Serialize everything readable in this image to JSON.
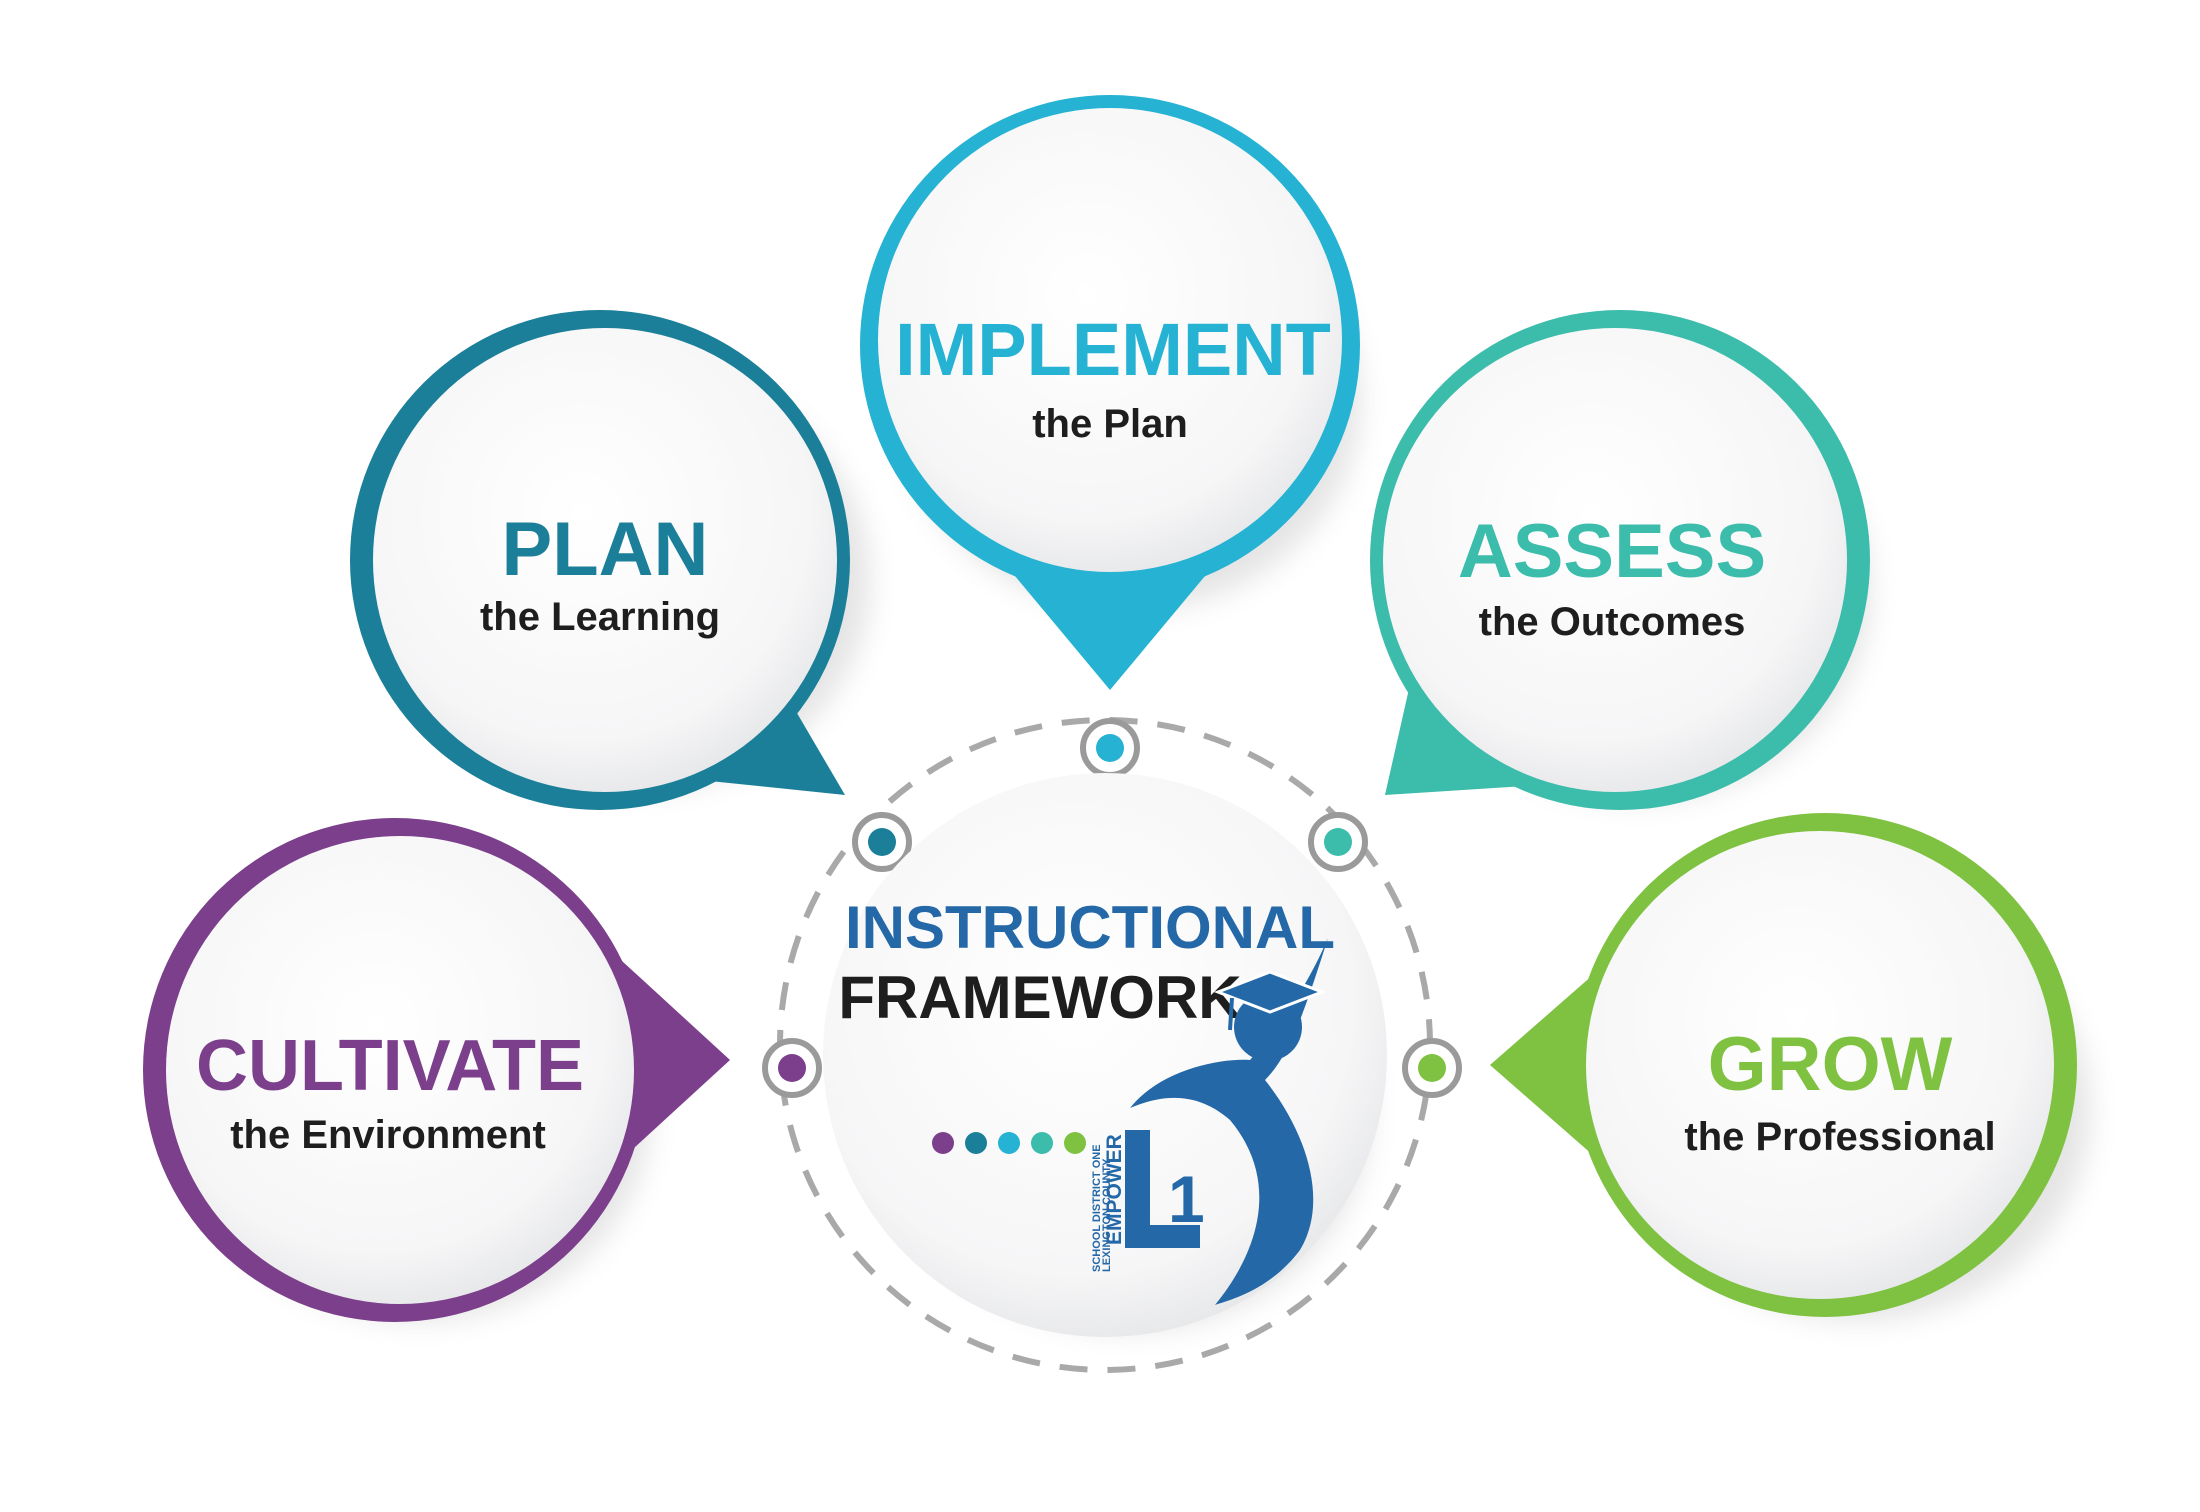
{
  "colors": {
    "plan": "#1c7f99",
    "implement": "#25b2d3",
    "assess": "#3cbcab",
    "cultivate": "#7b3f8b",
    "grow": "#7fc241",
    "center_title": "#2468a8",
    "center_dark": "#1e1e1e",
    "ring": "#a9a9a9"
  },
  "center": {
    "title_line1": "INSTRUCTIONAL",
    "title_line2": "FRAMEWORK",
    "logo": {
      "side_word": "EMPOWER",
      "mark": "L1",
      "district_line1": "LEXINGTON COUNTY",
      "district_line2": "SCHOOL DISTRICT ONE"
    }
  },
  "nodes": [
    {
      "id": "plan",
      "title": "PLAN",
      "subtitle": "the Learning"
    },
    {
      "id": "implement",
      "title": "IMPLEMENT",
      "subtitle": "the Plan"
    },
    {
      "id": "assess",
      "title": "ASSESS",
      "subtitle": "the Outcomes"
    },
    {
      "id": "cultivate",
      "title": "CULTIVATE",
      "subtitle": "the Environment"
    },
    {
      "id": "grow",
      "title": "GROW",
      "subtitle": "the Professional"
    }
  ]
}
